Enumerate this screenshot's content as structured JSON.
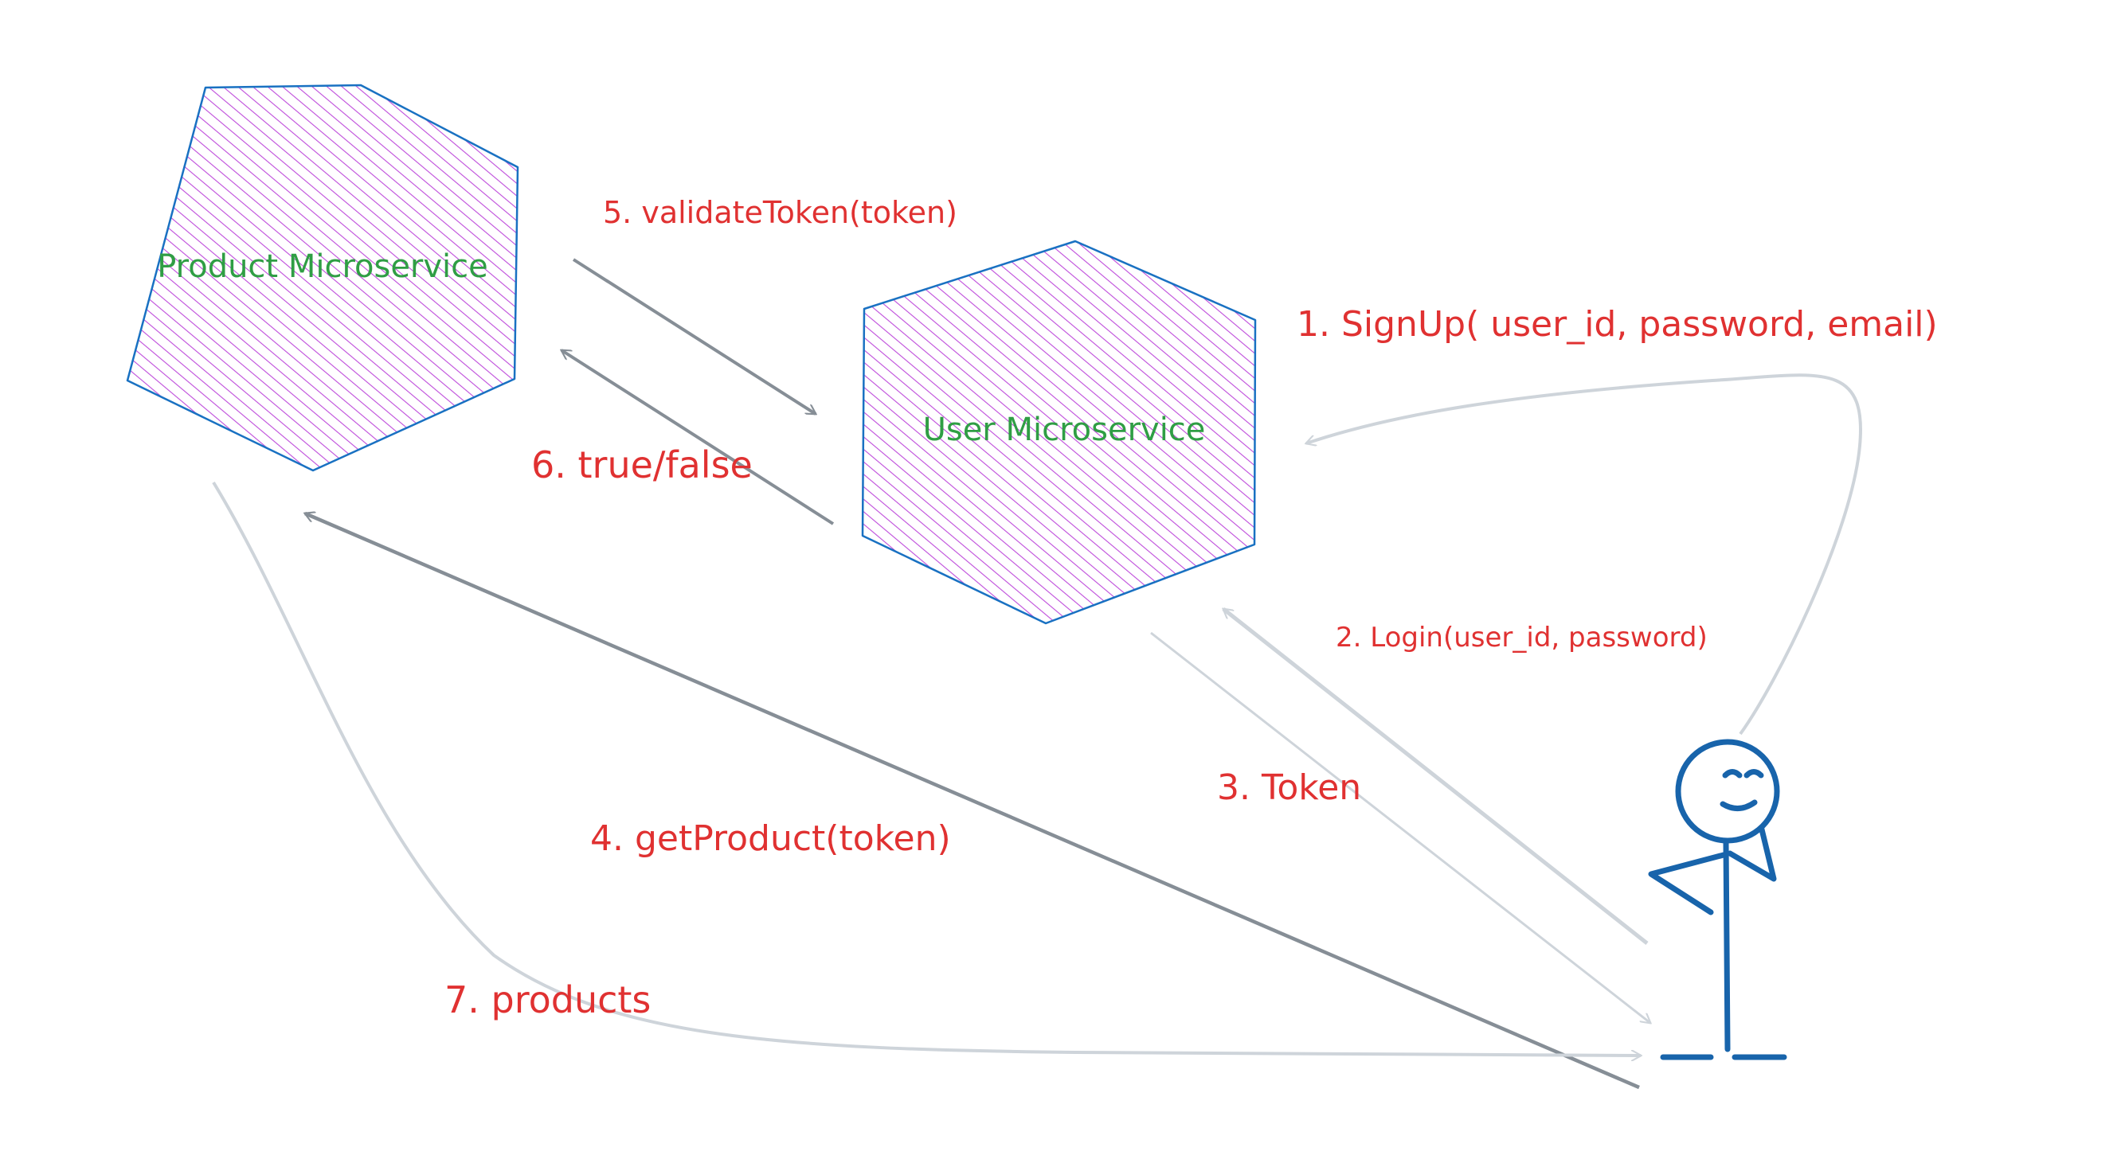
{
  "nodes": {
    "product": {
      "label": "Product Microservice"
    },
    "user": {
      "label": "User Microservice"
    }
  },
  "edges": {
    "signup": "1. SignUp( user_id, password, email)",
    "login": "2. Login(user_id, password)",
    "token": "3. Token",
    "get_product": "4. getProduct(token)",
    "validate_token": "5. validateToken(token)",
    "true_false": "6. true/false",
    "products": "7. products"
  },
  "colors": {
    "label": "#e03131",
    "node_text": "#2f9e44",
    "node_stroke": "#1971c2",
    "node_hatch": "#be4bdb",
    "arrow_light": "#ced4da",
    "arrow_dark": "#868e96",
    "figure": "#1864ab"
  },
  "icons": {
    "actor": "stick-figure-thinking-icon"
  }
}
